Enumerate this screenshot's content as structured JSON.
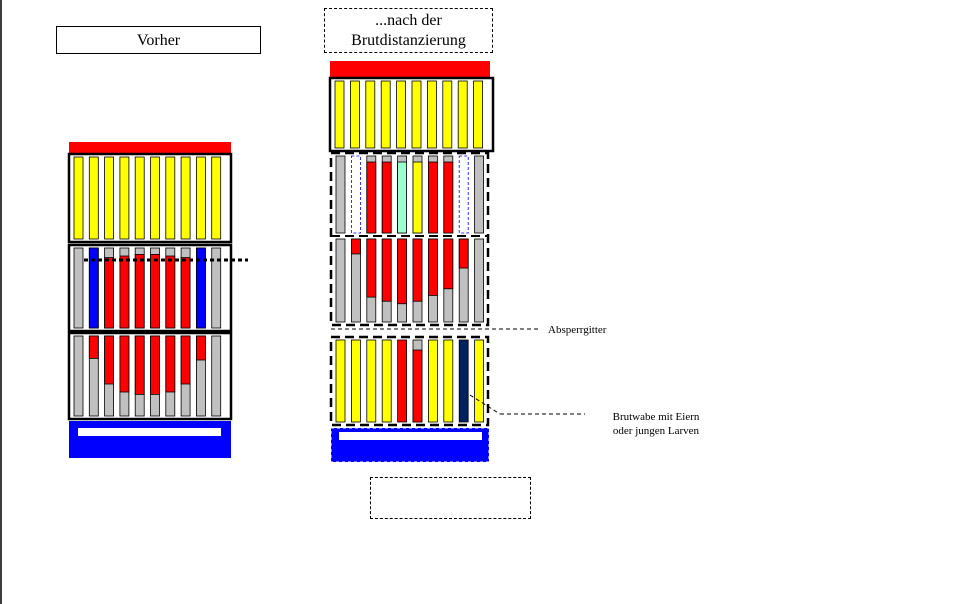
{
  "labels": {
    "before": "Vorher",
    "after": "...nach der Brutdistanzierung",
    "absperrgitter": "Absperrgitter",
    "brutwabe_line1": "Brutwabe mit Eiern",
    "brutwabe_line2": "oder jungen Larven"
  },
  "colors": {
    "honey": "#ffff00",
    "brood": "#ff0000",
    "empty_comb": "#c0c0c0",
    "foundation": "#0000ff",
    "roof": "#ff0000",
    "bottom_board": "#0000ff",
    "egg_comb": "#002060",
    "pollen": "#99ffcc"
  }
}
